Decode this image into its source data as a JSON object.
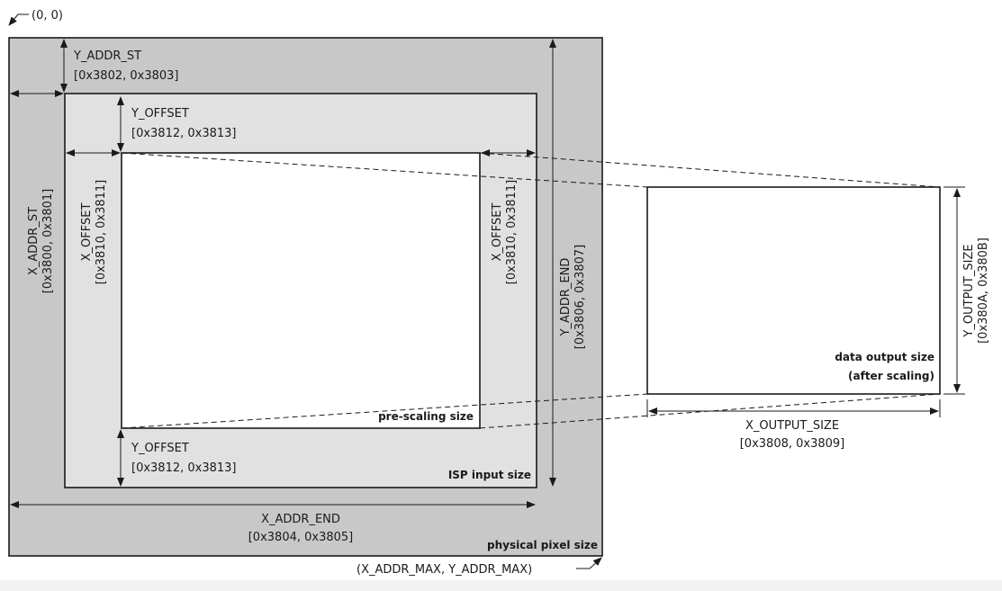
{
  "origin_label": "(0, 0)",
  "max_label": "(X_ADDR_MAX, Y_ADDR_MAX)",
  "regions": {
    "physical": "physical pixel size",
    "isp_input": "ISP input size",
    "pre_scaling": "pre-scaling size",
    "data_output_line1": "data output size",
    "data_output_line2": "(after scaling)"
  },
  "dimensions": {
    "y_addr_st": {
      "name": "Y_ADDR_ST",
      "regs": "[0x3802, 0x3803]"
    },
    "x_addr_st": {
      "name": "X_ADDR_ST",
      "regs": "[0x3800, 0x3801]"
    },
    "y_offset_top": {
      "name": "Y_OFFSET",
      "regs": "[0x3812, 0x3813]"
    },
    "y_offset_bottom": {
      "name": "Y_OFFSET",
      "regs": "[0x3812, 0x3813]"
    },
    "x_offset_left": {
      "name": "X_OFFSET",
      "regs": "[0x3810, 0x3811]"
    },
    "x_offset_right": {
      "name": "X_OFFSET",
      "regs": "[0x3810, 0x3811]"
    },
    "y_addr_end": {
      "name": "Y_ADDR_END",
      "regs": "[0x3806, 0x3807]"
    },
    "x_addr_end": {
      "name": "X_ADDR_END",
      "regs": "[0x3804, 0x3805]"
    },
    "y_output_size": {
      "name": "Y_OUTPUT_SIZE",
      "regs": "[0x380A, 0x380B]"
    },
    "x_output_size": {
      "name": "X_OUTPUT_SIZE",
      "regs": "[0x3808, 0x3809]"
    }
  },
  "colors": {
    "physical_fill": "#c8c8c8",
    "isp_fill": "#e1e1e1",
    "inner_fill": "#ffffff",
    "stroke": "#1a1a1a"
  }
}
